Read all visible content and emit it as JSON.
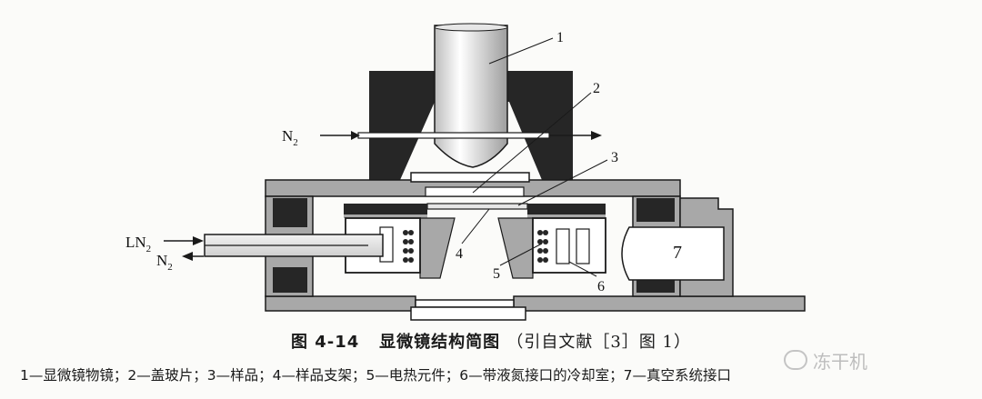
{
  "diagram": {
    "inlet_gas": "N",
    "inlet_gas_sub": "2",
    "ln_inlet": "LN",
    "ln_inlet_sub": "2",
    "ln_outlet": "N",
    "ln_outlet_sub": "2",
    "part_numbers": [
      "1",
      "2",
      "3",
      "4",
      "5",
      "6",
      "7"
    ]
  },
  "caption": {
    "figure_no": "图 4-14",
    "title": "显微镜结构简图",
    "source": "（引自文献［3］图 1）"
  },
  "legend": "1—显微镜物镜；2—盖玻片；3—样品；4—样品支架；5—电热元件；6—带液氮接口的冷却室；7—真空系统接口",
  "watermark": "冻干机",
  "colors": {
    "dark": "#262626",
    "gray": "#a8a8a8",
    "light": "#e6e6e6",
    "line": "#1a1a1a"
  }
}
